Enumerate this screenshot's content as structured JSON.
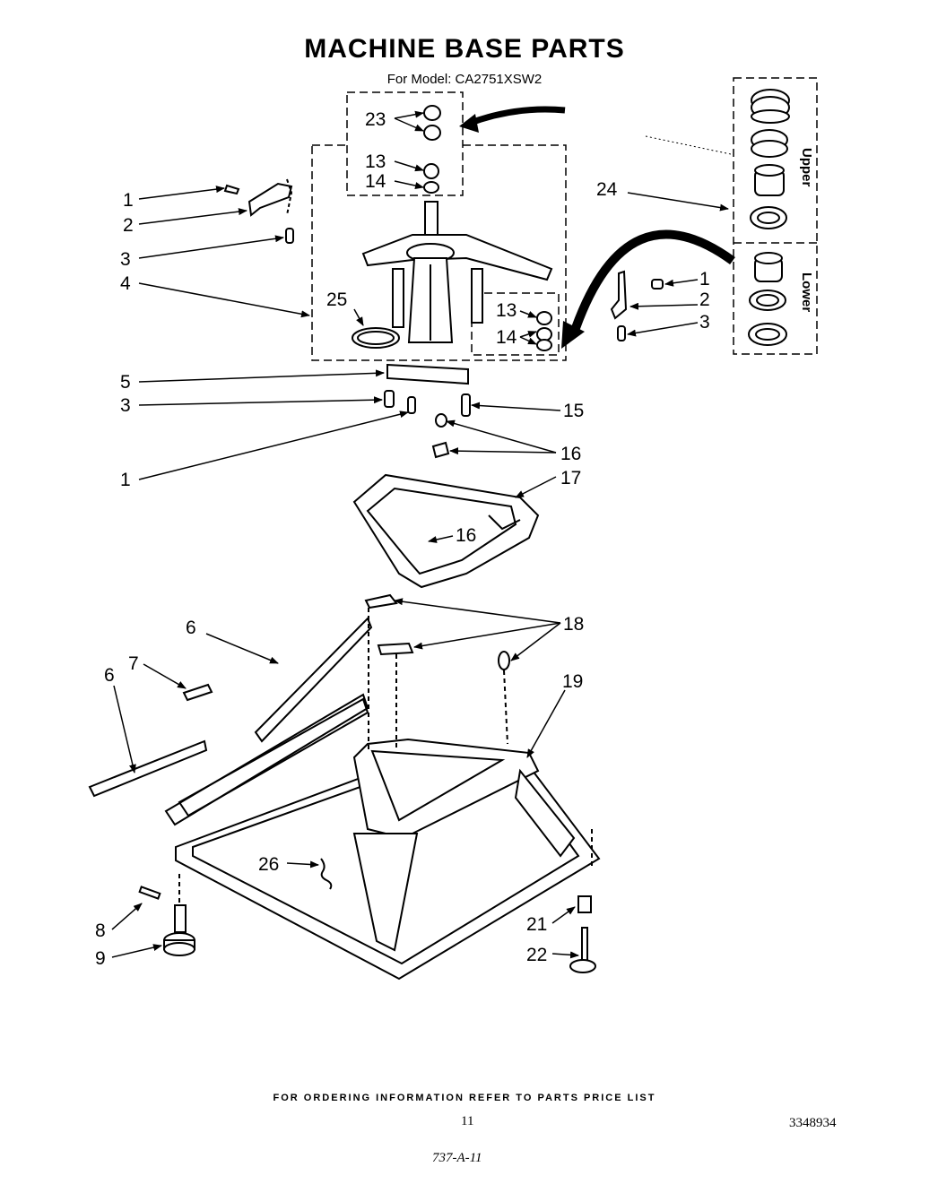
{
  "title": "MACHINE BASE PARTS",
  "model_line": "For Model: CA2751XSW2",
  "footer_note": "FOR ORDERING INFORMATION REFER TO PARTS PRICE LIST",
  "page_number": "11",
  "document_number": "3348934",
  "handwritten_note": "737-A-11",
  "inset_labels": {
    "upper": "Upper",
    "lower": "Lower"
  },
  "callouts": {
    "c1a": "1",
    "c2a": "2",
    "c3a": "3",
    "c4": "4",
    "c25": "25",
    "c5": "5",
    "c3b": "3",
    "c1b": "1",
    "c15": "15",
    "c16a": "16",
    "c17": "17",
    "c16b": "16",
    "c23": "23",
    "c13a": "13",
    "c14a": "14",
    "c13b": "13",
    "c14b": "14",
    "c24": "24",
    "c1c": "1",
    "c2c": "2",
    "c3c": "3",
    "c18": "18",
    "c6a": "6",
    "c7": "7",
    "c6b": "6",
    "c19": "19",
    "c26": "26",
    "c8": "8",
    "c9": "9",
    "c21": "21",
    "c22": "22"
  }
}
